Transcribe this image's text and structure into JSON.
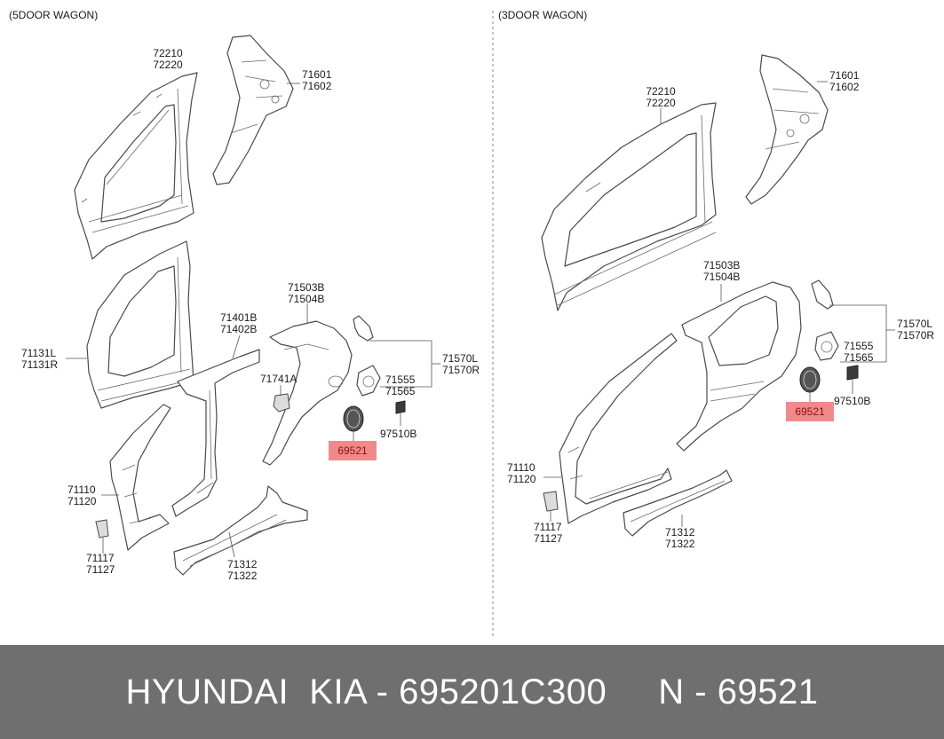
{
  "sections": {
    "left": {
      "title": "(5DOOR WAGON)"
    },
    "right": {
      "title": "(3DOOR WAGON)"
    }
  },
  "left_labels": {
    "l72210": "72210",
    "l72220": "72220",
    "l71601": "71601",
    "l71602": "71602",
    "l71131L": "71131L",
    "l71131R": "71131R",
    "l71401B": "71401B",
    "l71402B": "71402B",
    "l71503B": "71503B",
    "l71504B": "71504B",
    "l71741A": "71741A",
    "l71570L": "71570L",
    "l71570R": "71570R",
    "l71555": "71555",
    "l71565": "71565",
    "l97510B": "97510B",
    "l69521": "69521",
    "l71110": "71110",
    "l71120": "71120",
    "l71117": "71117",
    "l71127": "71127",
    "l71312": "71312",
    "l71322": "71322"
  },
  "right_labels": {
    "l72210": "72210",
    "l72220": "72220",
    "l71601": "71601",
    "l71602": "71602",
    "l71503B": "71503B",
    "l71504B": "71504B",
    "l71570L": "71570L",
    "l71570R": "71570R",
    "l71555": "71555",
    "l71565": "71565",
    "l97510B": "97510B",
    "l69521": "69521",
    "l71110": "71110",
    "l71120": "71120",
    "l71117": "71117",
    "l71127": "71127",
    "l71312": "71312",
    "l71322": "71322"
  },
  "highlight": {
    "color": "#f08a8a",
    "part": "69521"
  },
  "footer": {
    "text": "HYUNDAI  KIA - 695201C300     N - 69521"
  }
}
